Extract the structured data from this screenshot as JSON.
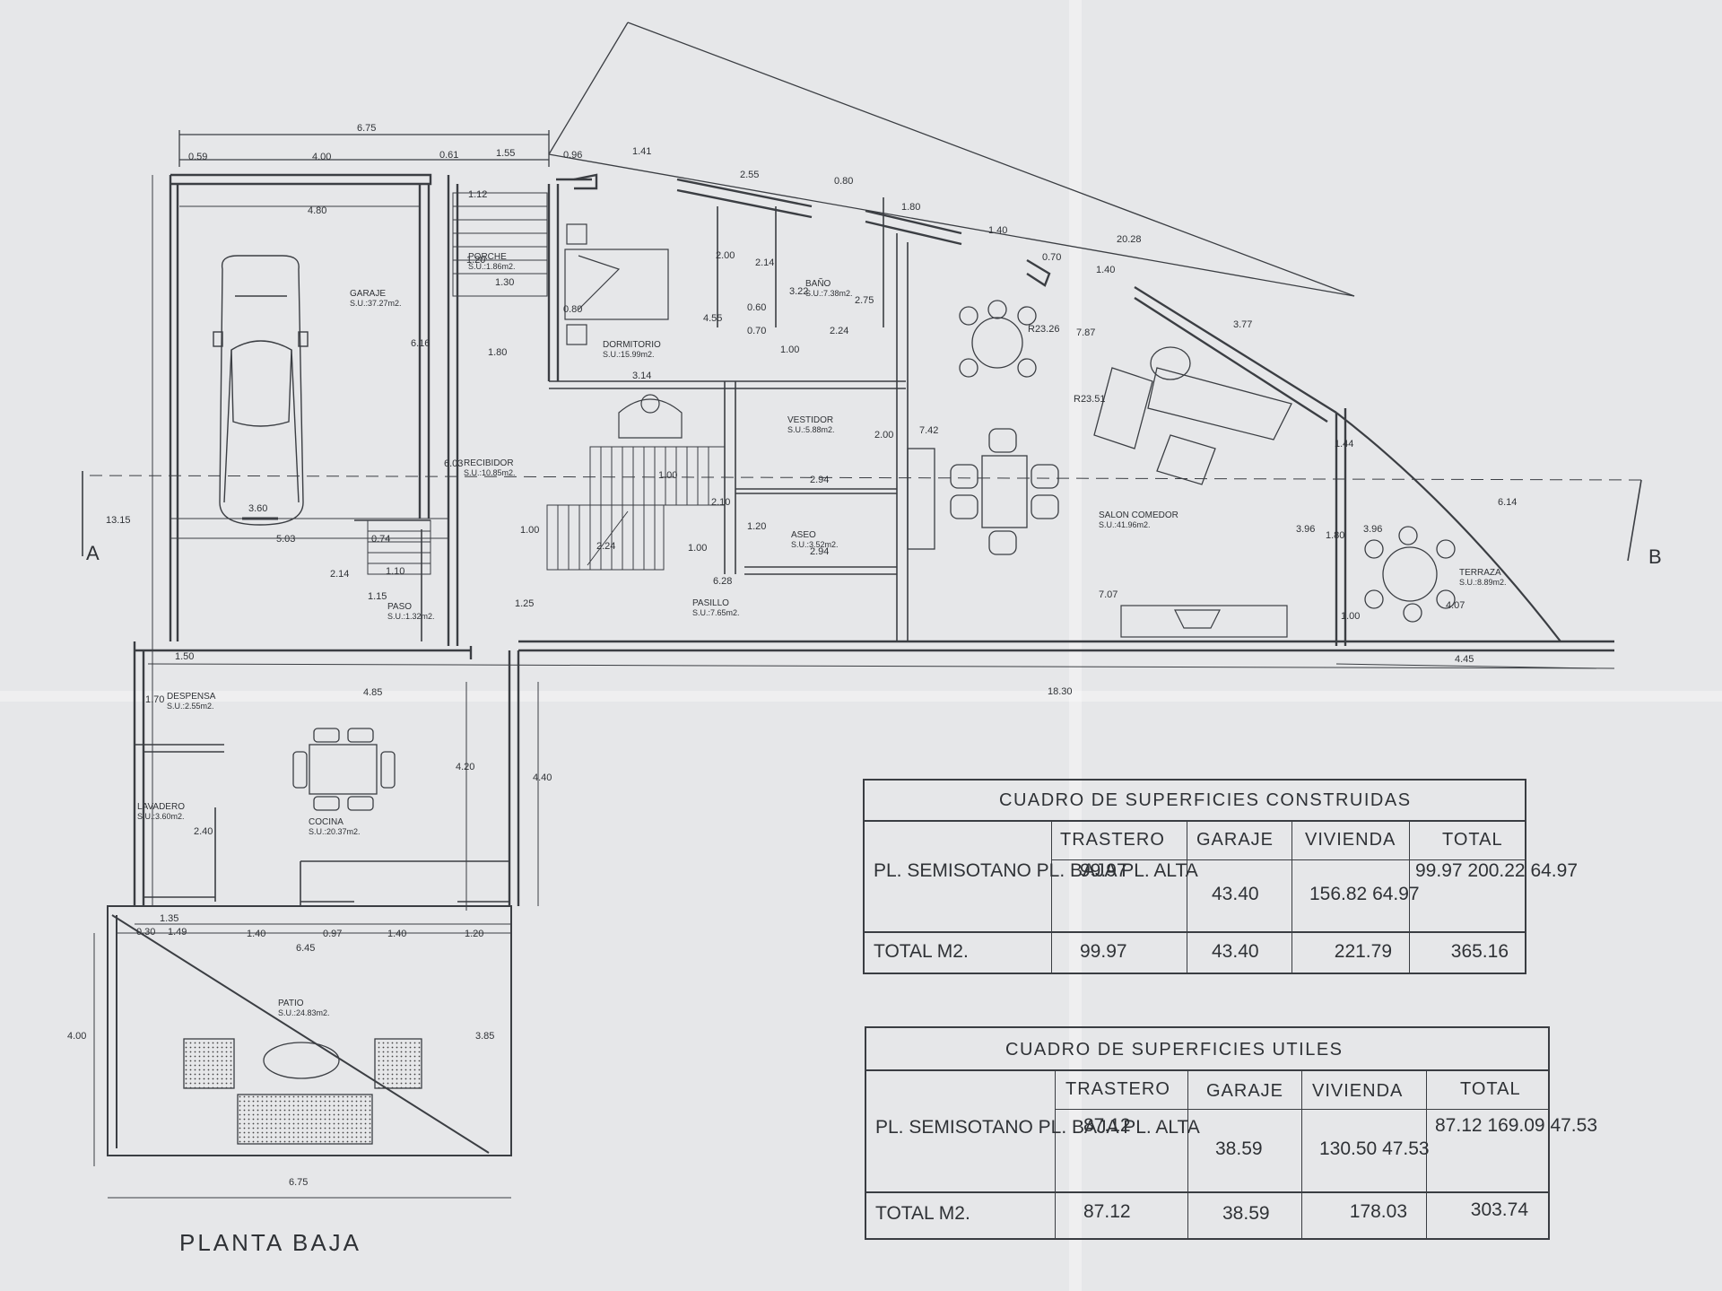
{
  "plan": {
    "title": "PLANTA BAJA",
    "section_marks": {
      "a": "A",
      "b": "B"
    },
    "rooms": {
      "garaje": {
        "name": "GARAJE",
        "area": "S.U.:37.27m2."
      },
      "porche": {
        "name": "PORCHE",
        "area": "S.U.:1.86m2."
      },
      "dormitorio": {
        "name": "DORMITORIO",
        "area": "S.U.:15.99m2."
      },
      "bano": {
        "name": "BAÑO",
        "area": "S.U.:7.38m2."
      },
      "vestidor": {
        "name": "VESTIDOR",
        "area": "S.U.:5.88m2."
      },
      "recibidor": {
        "name": "RECIBIDOR",
        "area": "S.U.:10.85m2."
      },
      "aseo": {
        "name": "ASEO",
        "area": "S.U.:3.52m2."
      },
      "paso": {
        "name": "PASO",
        "area": "S.U.:1.32m2."
      },
      "pasillo": {
        "name": "PASILLO",
        "area": "S.U.:7.65m2."
      },
      "salon": {
        "name": "SALON COMEDOR",
        "area": "S.U.:41.96m2."
      },
      "terraza": {
        "name": "TERRAZA",
        "area": "S.U.:8.89m2."
      },
      "despensa": {
        "name": "DESPENSA",
        "area": "S.U.:2.55m2."
      },
      "lavadero": {
        "name": "LAVADERO",
        "area": "S.U.:3.60m2."
      },
      "cocina": {
        "name": "COCINA",
        "area": "S.U.:20.37m2."
      },
      "patio": {
        "name": "PATIO",
        "area": "S.U.:24.83m2."
      }
    },
    "dimensions": {
      "d_675_top": "6.75",
      "d_059": "0.59",
      "d_400": "4.00",
      "d_061": "0.61",
      "d_155": "1.55",
      "d_096": "0.96",
      "d_141": "1.41",
      "d_255": "2.55",
      "d_080": "0.80",
      "d_180a": "1.80",
      "d_140a": "1.40",
      "d_070": "0.70",
      "d_140b": "1.40",
      "d_2028": "20.28",
      "d_377": "3.77",
      "d_480": "4.80",
      "d_112": "1.12",
      "d_120a": "1.20",
      "d_130": "1.30",
      "d_616": "6.16",
      "d_180b": "1.80",
      "d_080b": "0.80",
      "d_200a": "2.00",
      "d_214a": "2.14",
      "d_060": "0.60",
      "d_070b": "0.70",
      "d_322": "3.22",
      "d_275": "2.75",
      "d_224": "2.24",
      "d_100a": "1.00",
      "d_455": "4.55",
      "d_787": "7.87",
      "d_r2326": "R23.26",
      "d_r2351": "R23.51",
      "d_314": "3.14",
      "d_200b": "2.00",
      "d_742": "7.42",
      "d_294a": "2.94",
      "d_294b": "2.94",
      "d_100b": "1.00",
      "d_210": "2.10",
      "d_120b": "1.20",
      "d_100c": "1.00",
      "d_224b": "2.24",
      "d_100d": "1.00",
      "d_603": "6.03",
      "d_1315": "13.15",
      "d_360": "3.60",
      "d_503": "5.03",
      "d_214b": "2.14",
      "d_074": "0.74",
      "d_110": "1.10",
      "d_115": "1.15",
      "d_628": "6.28",
      "d_125": "1.25",
      "d_707": "7.07",
      "d_144": "1.44",
      "d_396a": "3.96",
      "d_180c": "1.80",
      "d_396b": "3.96",
      "d_614": "6.14",
      "d_407": "4.07",
      "d_100e": "1.00",
      "d_445": "4.45",
      "d_1830": "18.30",
      "d_150": "1.50",
      "d_170": "1.70",
      "d_485": "4.85",
      "d_420": "4.20",
      "d_440": "4.40",
      "d_240": "2.40",
      "d_135": "1.35",
      "d_030": "0.30",
      "d_149": "1.49",
      "d_140c": "1.40",
      "d_097": "0.97",
      "d_140d": "1.40",
      "d_120c": "1.20",
      "d_645": "6.45",
      "d_400b": "4.00",
      "d_385": "3.85",
      "d_675_bot": "6.75"
    }
  },
  "table_construidas": {
    "title": "CUADRO DE SUPERFICIES CONSTRUIDAS",
    "headers": [
      "TRASTERO",
      "GARAJE",
      "VIVIENDA",
      "TOTAL"
    ],
    "row_labels": "PL. SEMISOTANO\nPL. BAJA\nPL. ALTA",
    "trastero": "99.97",
    "garaje": "43.40",
    "vivienda": "156.82\n64.97",
    "total": "99.97\n200.22\n64.97",
    "total_row": {
      "label": "TOTAL M2.",
      "trastero": "99.97",
      "garaje": "43.40",
      "vivienda": "221.79",
      "total": "365.16"
    }
  },
  "table_utiles": {
    "title": "CUADRO DE SUPERFICIES UTILES",
    "headers": [
      "TRASTERO",
      "GARAJE",
      "VIVIENDA",
      "TOTAL"
    ],
    "row_labels": "PL. SEMISOTANO\nPL. BAJA\nPL. ALTA",
    "trastero": "87.12",
    "garaje": "38.59",
    "vivienda": "130.50\n47.53",
    "total": "87.12\n169.09\n47.53",
    "total_row": {
      "label": "TOTAL M2.",
      "trastero": "87.12",
      "garaje": "38.59",
      "vivienda": "178.03",
      "total": "303.74"
    }
  }
}
